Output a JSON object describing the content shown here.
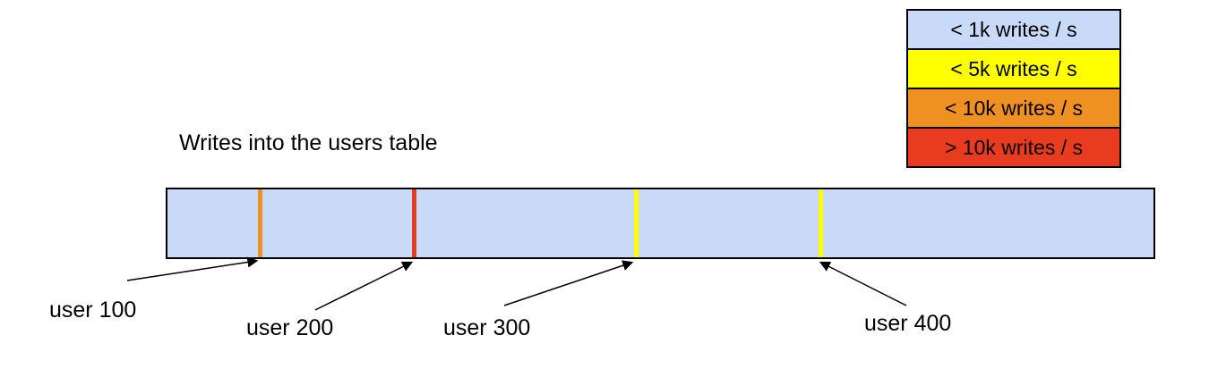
{
  "title": "Writes into the users table",
  "legend": {
    "items": [
      {
        "label": "< 1k writes / s",
        "color": "#c9daf8"
      },
      {
        "label": "< 5k writes / s",
        "color": "#ffff00"
      },
      {
        "label": "< 10k writes / s",
        "color": "#ee9022"
      },
      {
        "label": "> 10k writes / s",
        "color": "#e83b1f"
      }
    ]
  },
  "bar": {
    "fill": "#c9daf8",
    "markers": [
      {
        "label": "user 100",
        "color": "#ee9022"
      },
      {
        "label": "user 200",
        "color": "#e83b1f"
      },
      {
        "label": "user 300",
        "color": "#ffff00"
      },
      {
        "label": "user 400",
        "color": "#ffff00"
      }
    ]
  }
}
